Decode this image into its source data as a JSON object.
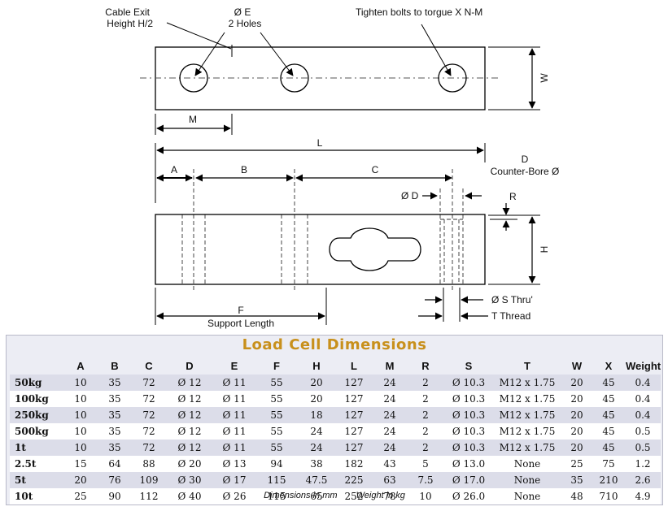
{
  "drawing": {
    "labels": {
      "cable_exit": "Cable Exit",
      "cable_height": "Height H/2",
      "dia_e": "Ø E",
      "two_holes": "2 Holes",
      "tighten": "Tighten bolts to torgue X N-M",
      "w": "W",
      "m": "M",
      "l": "L",
      "d": "D",
      "counter_bore": "Counter-Bore Ø",
      "a": "A",
      "b": "B",
      "c": "C",
      "dia_d": "Ø D",
      "r": "R",
      "h": "H",
      "f": "F",
      "support_length": "Support Length",
      "s_thru": "Ø S Thru'",
      "t_thread": "T Thread"
    }
  },
  "table": {
    "title": "Load Cell Dimensions",
    "columns": [
      "",
      "A",
      "B",
      "C",
      "D",
      "E",
      "F",
      "H",
      "L",
      "M",
      "R",
      "S",
      "T",
      "W",
      "X",
      "Weight"
    ],
    "rows": [
      [
        "50kg",
        "10",
        "35",
        "72",
        "Ø 12",
        "Ø 11",
        "55",
        "20",
        "127",
        "24",
        "2",
        "Ø 10.3",
        "M12 x 1.75",
        "20",
        "45",
        "0.4"
      ],
      [
        "100kg",
        "10",
        "35",
        "72",
        "Ø 12",
        "Ø 11",
        "55",
        "20",
        "127",
        "24",
        "2",
        "Ø 10.3",
        "M12 x 1.75",
        "20",
        "45",
        "0.4"
      ],
      [
        "250kg",
        "10",
        "35",
        "72",
        "Ø 12",
        "Ø 11",
        "55",
        "18",
        "127",
        "24",
        "2",
        "Ø 10.3",
        "M12 x 1.75",
        "20",
        "45",
        "0.4"
      ],
      [
        "500kg",
        "10",
        "35",
        "72",
        "Ø 12",
        "Ø 11",
        "55",
        "24",
        "127",
        "24",
        "2",
        "Ø 10.3",
        "M12 x 1.75",
        "20",
        "45",
        "0.5"
      ],
      [
        "1t",
        "10",
        "35",
        "72",
        "Ø 12",
        "Ø 11",
        "55",
        "24",
        "127",
        "24",
        "2",
        "Ø 10.3",
        "M12 x 1.75",
        "20",
        "45",
        "0.5"
      ],
      [
        "2.5t",
        "15",
        "64",
        "88",
        "Ø 20",
        "Ø 13",
        "94",
        "38",
        "182",
        "43",
        "5",
        "Ø 13.0",
        "None",
        "25",
        "75",
        "1.2"
      ],
      [
        "5t",
        "20",
        "76",
        "109",
        "Ø 30",
        "Ø 17",
        "115",
        "47.5",
        "225",
        "63",
        "7.5",
        "Ø 17.0",
        "None",
        "35",
        "210",
        "2.6"
      ],
      [
        "10t",
        "25",
        "90",
        "112",
        "Ø 40",
        "Ø 26",
        "115",
        "65",
        "252",
        "78",
        "10",
        "Ø 26.0",
        "None",
        "48",
        "710",
        "4.9"
      ]
    ],
    "footer_units": "Dimensions in mm",
    "footer_weight": "Weight in kg"
  }
}
